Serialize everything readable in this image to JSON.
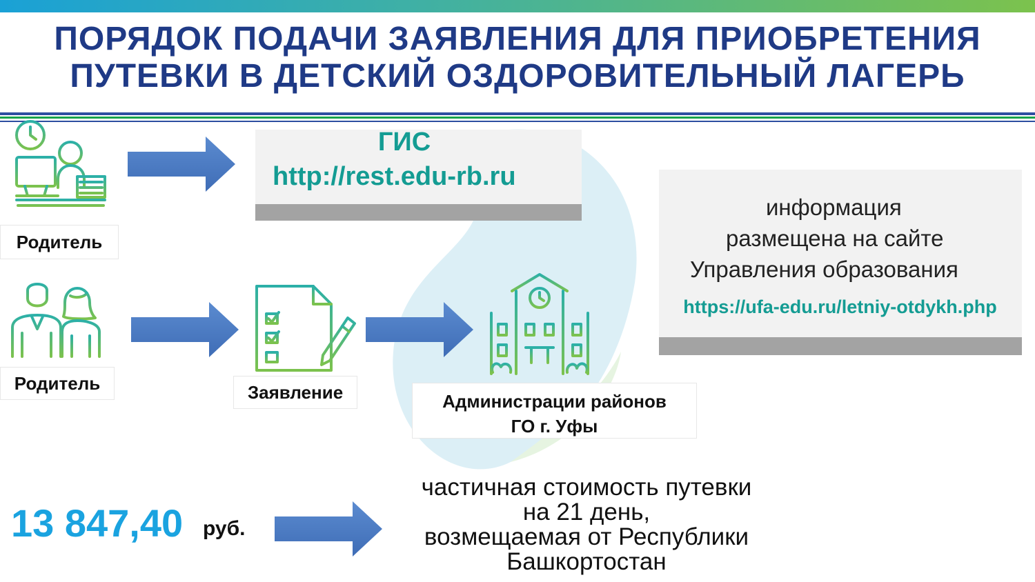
{
  "title": {
    "line1": "ПОРЯДОК ПОДАЧИ ЗАЯВЛЕНИЯ ДЛЯ ПРИОБРЕТЕНИЯ",
    "line2": "ПУТЕВКИ В ДЕТСКИЙ ОЗДОРОВИТЕЛЬНЫЙ ЛАГЕРЬ"
  },
  "row1": {
    "parent_label": "Родитель"
  },
  "gis": {
    "title": "ГИС",
    "url": "http://rest.edu-rb.ru"
  },
  "info": {
    "line1": "информация",
    "line2": "размещена на сайте",
    "line3": "Управления образования",
    "url": "https://ufa-edu.ru/letniy-otdykh.php"
  },
  "row2": {
    "parent_label": "Родитель",
    "application_label": "Заявление",
    "admin_line1": "Администрации районов",
    "admin_line2": "ГО г. Уфы"
  },
  "cost": {
    "amount": "13 847,40",
    "currency": "руб.",
    "desc_line1": "частичная стоимость путевки",
    "desc_line2": "на 21 день,",
    "desc_line3": "возмещаемая от Республики",
    "desc_line4": "Башкортостан"
  },
  "colors": {
    "title": "#1f3a86",
    "accent_teal": "#149c93",
    "price_blue": "#1aa3e0",
    "arrow": "#4f7ec2",
    "icon_green": "#6cc04a",
    "icon_teal": "#2cb0a8"
  },
  "icons": {
    "parent_computer": "clock-person-computer-icon",
    "parents": "two-parents-icon",
    "application": "checklist-form-pencil-icon",
    "building": "administration-building-clock-icon",
    "arrow": "right-arrow-icon"
  }
}
